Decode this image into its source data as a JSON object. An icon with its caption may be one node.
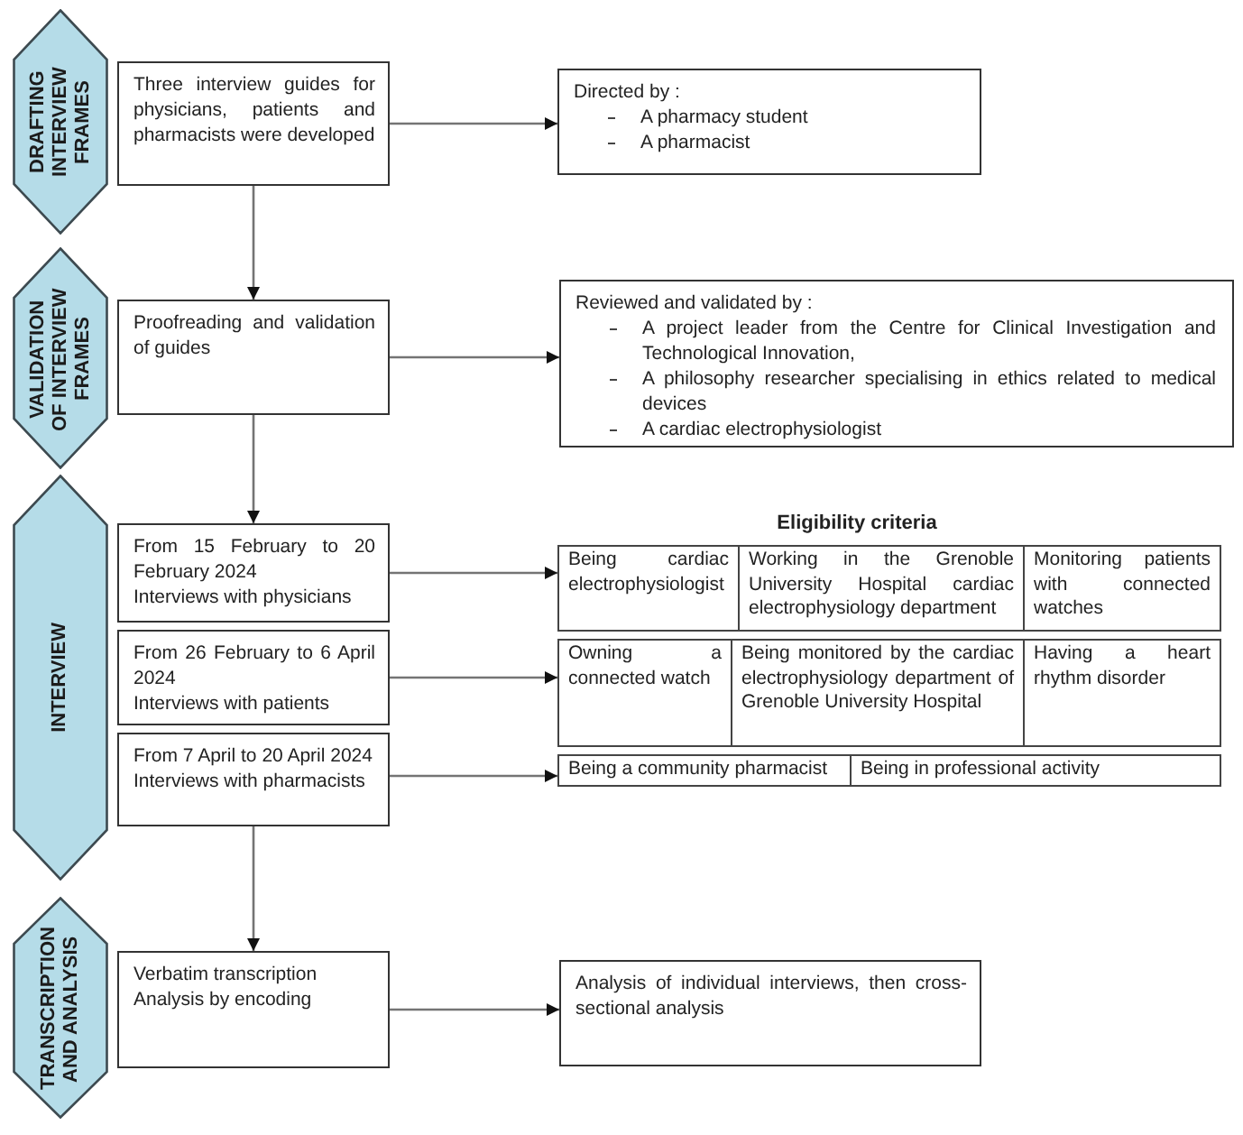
{
  "diagram": {
    "nodes": [
      {
        "text": [
          "DRAFTING INTERVIEW FRAMES"
        ]
      },
      {
        "text": [
          "Three interview guides for physicians, patients and pharmacists were developed"
        ]
      },
      {
        "text": [
          "Directed by :",
          "A pharmacy student",
          "A pharmacist"
        ]
      },
      {
        "text": [
          "VALIDATION OF INTERVIEW FRAMES"
        ]
      },
      {
        "text": [
          "Proofreading and validation of guides"
        ]
      },
      {
        "text": [
          "Reviewed and validated by :",
          "A project leader from the Centre for Clinical Investigation and Technological Innovation,",
          "A philosophy researcher specialising in ethics related to medical devices",
          "A cardiac electrophysiologist"
        ]
      },
      {
        "text": [
          "INTERVIEW"
        ]
      },
      {
        "text": [
          "From 15 February to 20 February 2024",
          "Interviews with physicians"
        ]
      },
      {
        "text": [
          "Being cardiac electrophysiologist",
          "Working in the Grenoble University Hospital cardiac electrophysiology department",
          "Monitoring patients with connected watches"
        ]
      },
      {
        "text": [
          "From 26 February to 6 April 2024",
          "Interviews with patients"
        ]
      },
      {
        "text": [
          "Owning a connected watch",
          "Being monitored by the cardiac electrophysiology department of Grenoble University Hospital",
          "Having a heart rhythm disorder"
        ]
      },
      {
        "text": [
          "From 7 April to 20 April 2024",
          "Interviews with pharmacists"
        ]
      },
      {
        "text": [
          "Being a community pharmacist",
          "Being in professional activity"
        ]
      },
      {
        "text": [
          "TRANSCRIPTION AND ANALYSIS"
        ]
      },
      {
        "text": [
          "Verbatim transcription",
          "Analysis by encoding"
        ]
      },
      {
        "text": [
          "Analysis of individual interviews, then cross-sectional analysis"
        ]
      }
    ],
    "edges": [
      {
        "from": 1,
        "to": 2,
        "arrow": "to"
      },
      {
        "from": 1,
        "to": 4,
        "arrow": "to"
      },
      {
        "from": 4,
        "to": 5,
        "arrow": "to"
      },
      {
        "from": 4,
        "to": 7,
        "arrow": "to"
      },
      {
        "from": 7,
        "to": 8,
        "arrow": "to"
      },
      {
        "from": 9,
        "to": 10,
        "arrow": "to"
      },
      {
        "from": 11,
        "to": 12,
        "arrow": "to"
      },
      {
        "from": 11,
        "to": 14,
        "arrow": "to"
      },
      {
        "from": 14,
        "to": 15,
        "arrow": "to"
      }
    ],
    "labels": [
      "Eligibility criteria"
    ]
  }
}
